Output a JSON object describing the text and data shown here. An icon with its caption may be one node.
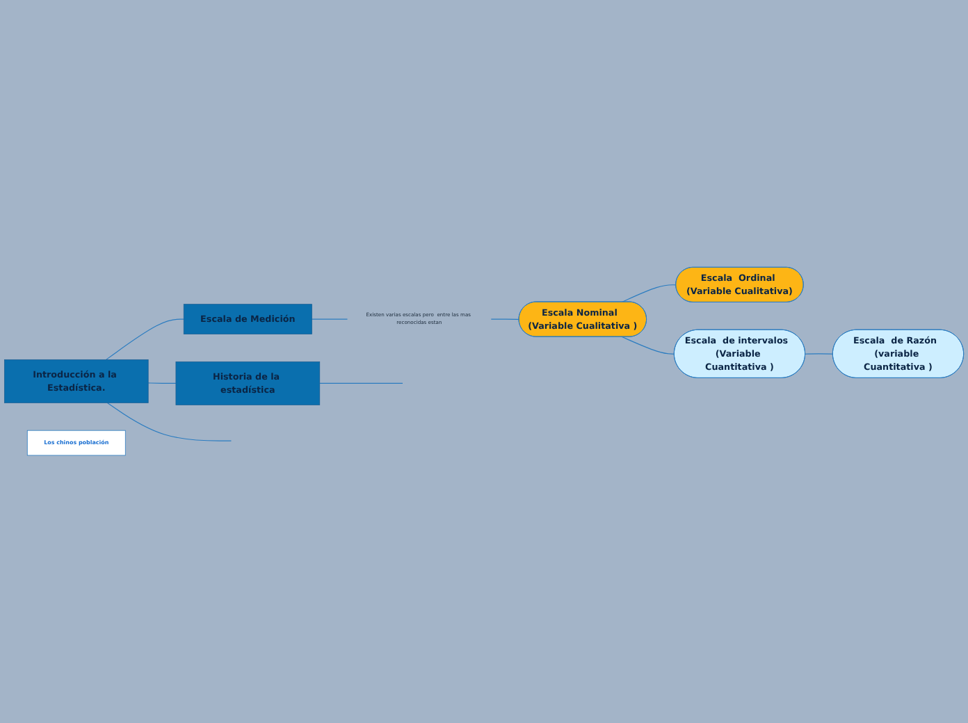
{
  "diagram": {
    "nodes": [
      {
        "text": [
          "Introducción a la Estadística."
        ]
      },
      {
        "text": [
          "Escala de Medición"
        ]
      },
      {
        "text": [
          "Existen varias escalas pero  entre las mas reconocidas estan"
        ]
      },
      {
        "text": [
          "Escala Nominal  (Variable Cualitativa )"
        ]
      },
      {
        "text": [
          "Escala  Ordinal (Variable Cualitativa)"
        ]
      },
      {
        "text": [
          "Escala  de intervalos  (Variable Cuantitativa )"
        ]
      },
      {
        "text": [
          "Escala  de Razón  (variable Cuantitativa )"
        ]
      },
      {
        "text": [
          "Historia de la estadística"
        ]
      },
      {
        "text": [
          "Los chinos población"
        ]
      }
    ],
    "edges": [
      {
        "from": 0,
        "to": 1,
        "arrow": "none"
      },
      {
        "from": 1,
        "to": 2,
        "arrow": "none"
      },
      {
        "from": 2,
        "to": 3,
        "arrow": "none"
      },
      {
        "from": 3,
        "to": 4,
        "arrow": "none"
      },
      {
        "from": 3,
        "to": 5,
        "arrow": "none"
      },
      {
        "from": 5,
        "to": 6,
        "arrow": "none"
      },
      {
        "from": 0,
        "to": 7,
        "arrow": "none"
      },
      {
        "from": 7,
        "to": null,
        "arrow": "none"
      },
      {
        "from": 0,
        "to": null,
        "arrow": "none"
      }
    ]
  }
}
